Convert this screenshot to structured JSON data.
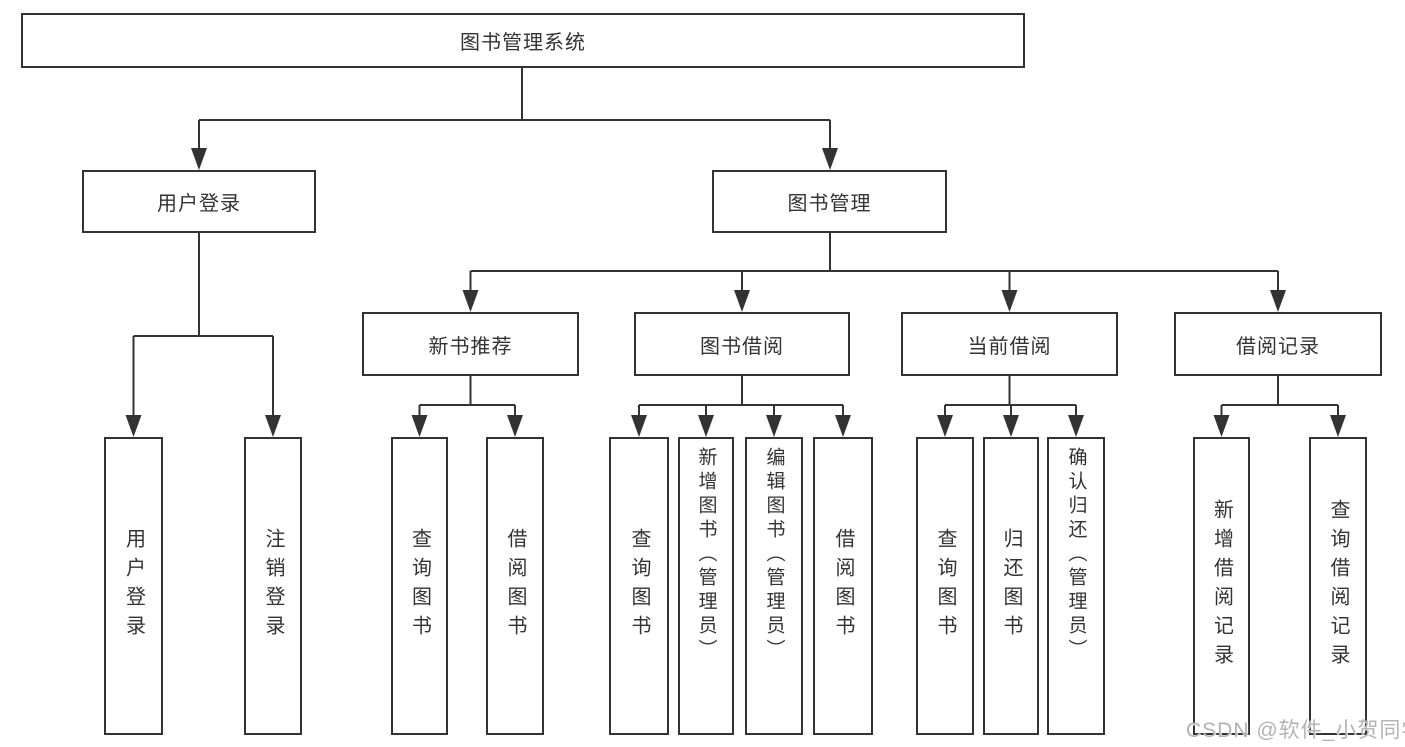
{
  "diagram": {
    "type": "hierarchy-tree",
    "tree": {
      "label": "图书管理系统",
      "children": [
        {
          "label": "用户登录",
          "children": [
            {
              "label": "用户登录"
            },
            {
              "label": "注销登录"
            }
          ]
        },
        {
          "label": "图书管理",
          "children": [
            {
              "label": "新书推荐",
              "children": [
                {
                  "label": "查询图书"
                },
                {
                  "label": "借阅图书"
                }
              ]
            },
            {
              "label": "图书借阅",
              "children": [
                {
                  "label": "查询图书"
                },
                {
                  "label": "新增图书（管理员）"
                },
                {
                  "label": "编辑图书（管理员）"
                },
                {
                  "label": "借阅图书"
                }
              ]
            },
            {
              "label": "当前借阅",
              "children": [
                {
                  "label": "查询图书"
                },
                {
                  "label": "归还图书"
                },
                {
                  "label": "确认归还（管理员）"
                }
              ]
            },
            {
              "label": "借阅记录",
              "children": [
                {
                  "label": "新增借阅记录"
                },
                {
                  "label": "查询借阅记录"
                }
              ]
            }
          ]
        }
      ]
    },
    "colors": {
      "line": "#333333",
      "text": "#333333",
      "box_background": "#ffffff",
      "watermark": "#b3b3b3"
    }
  },
  "watermark": {
    "text": "CSDN @软件_小贺同学"
  }
}
